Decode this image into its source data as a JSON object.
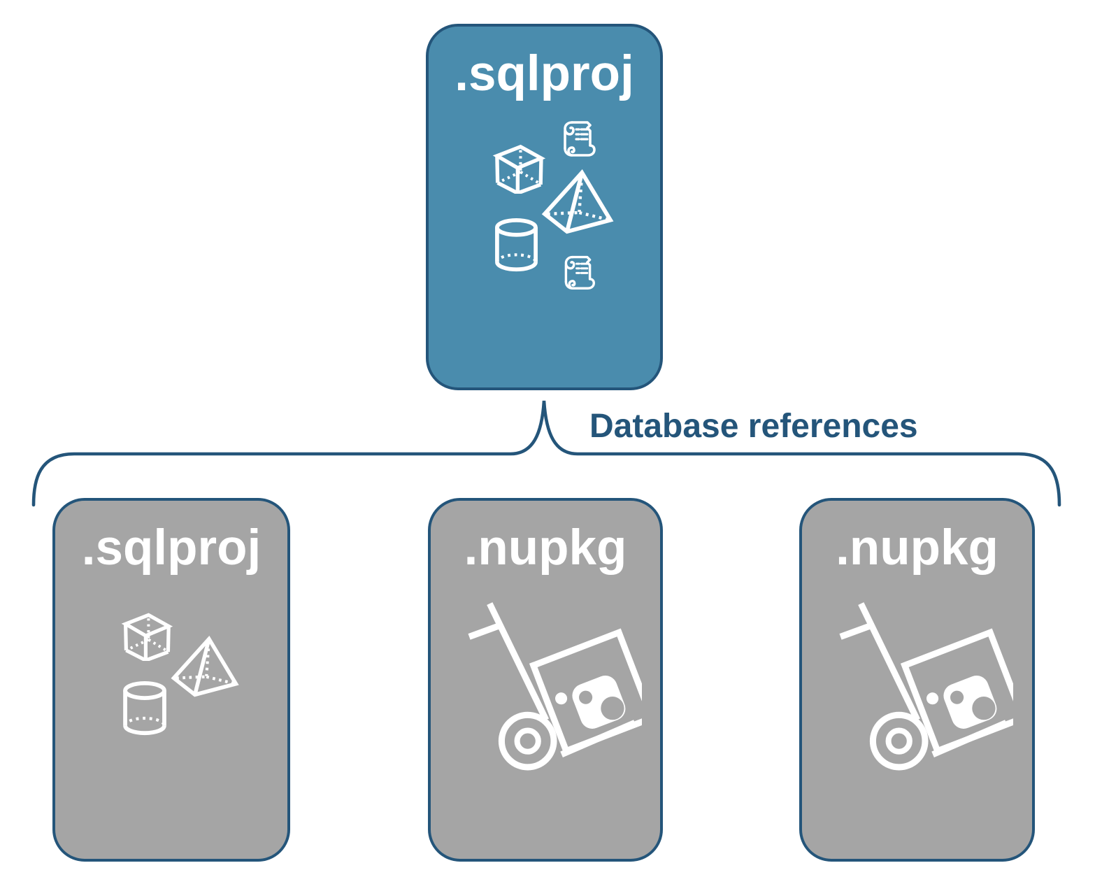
{
  "diagram": {
    "connector": {
      "label": "Database references",
      "shape": "brace-connector"
    },
    "colors": {
      "accent_blue_fill": "#4A8CAD",
      "node_border_blue": "#24557A",
      "neutral_gray_fill": "#A5A5A5",
      "icon_and_label_white": "#FFFFFF",
      "connector_blue": "#24557A",
      "background": "#FFFFFF"
    },
    "root_node": {
      "label": ".sqlproj",
      "icons": [
        "cube-icon",
        "script-scroll-icon",
        "pyramid-icon",
        "cylinder-icon",
        "script-scroll-icon"
      ]
    },
    "child_nodes": [
      {
        "label": ".sqlproj",
        "icons": [
          "cube-icon",
          "pyramid-icon",
          "cylinder-icon"
        ]
      },
      {
        "label": ".nupkg",
        "icons": [
          "package-dolly-icon"
        ]
      },
      {
        "label": ".nupkg",
        "icons": [
          "package-dolly-icon"
        ]
      }
    ]
  }
}
